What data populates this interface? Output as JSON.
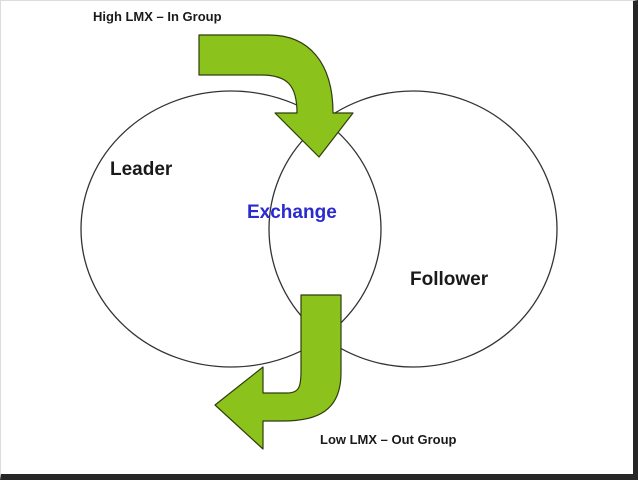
{
  "labels": {
    "top_arrow": "High LMX – In Group",
    "bottom_arrow": "Low LMX – Out Group",
    "left_circle": "Leader",
    "center": "Exchange",
    "right_circle": "Follower"
  },
  "colors": {
    "arrow_fill": "#8cc21c",
    "arrow_stroke": "#2f3d0d",
    "center_label": "#2a2ad0",
    "circle_stroke": "#333333",
    "frame_shadow": "#262626"
  },
  "icons": {
    "top_arrow": "curved-arrow-down-right-icon",
    "bottom_arrow": "curved-arrow-down-left-icon"
  }
}
